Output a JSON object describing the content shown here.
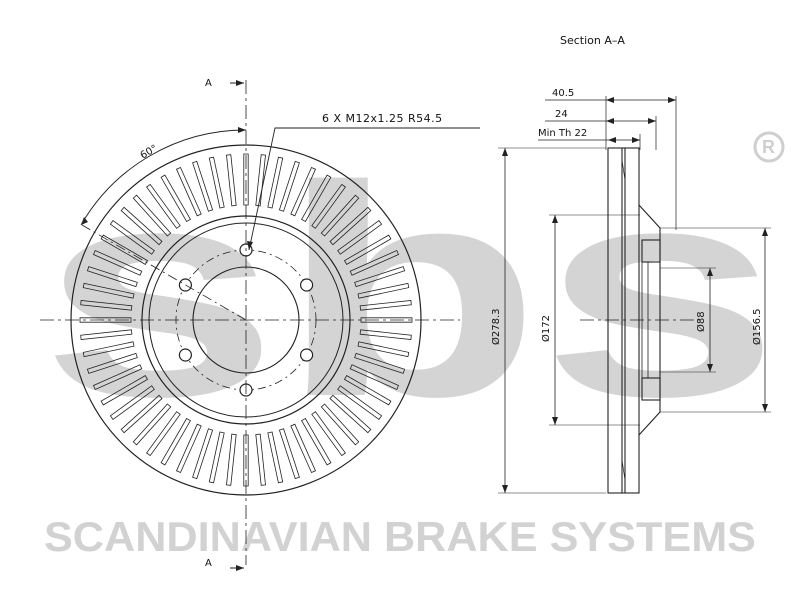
{
  "drawing": {
    "section_title": "Section A–A",
    "section_marker": "A",
    "angle_label": "60°",
    "bolt_spec": "6 X M12x1.25 R54.5",
    "dimensions": {
      "overall_height": "40.5",
      "disc_thickness": "24",
      "min_thickness": "Min Th 22",
      "outer_diameter": "Ø278.3",
      "hat_diameter": "Ø172",
      "center_bore": "Ø88",
      "hat_outer": "Ø156.5"
    }
  },
  "watermark": {
    "logo_text": "sbs",
    "registered_mark": "®",
    "company_name": "SCANDINAVIAN BRAKE SYSTEMS"
  },
  "colors": {
    "line": "#222222",
    "watermark": "#d2d2d2"
  }
}
